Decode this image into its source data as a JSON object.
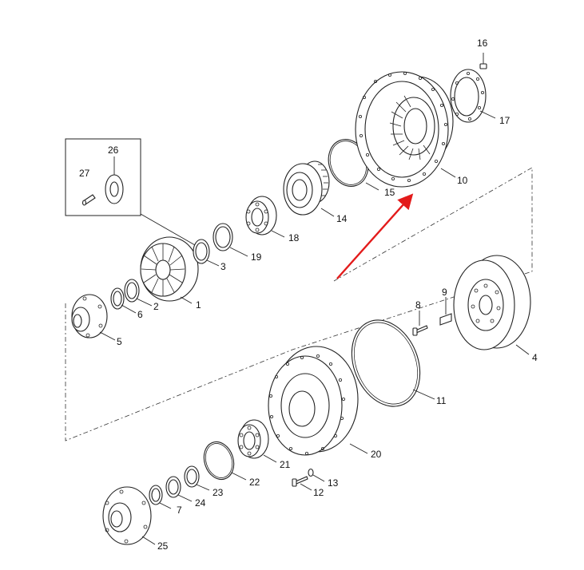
{
  "diagram": {
    "callouts": [
      "1",
      "2",
      "3",
      "4",
      "5",
      "6",
      "7",
      "8",
      "9",
      "10",
      "11",
      "12",
      "13",
      "14",
      "15",
      "16",
      "17",
      "18",
      "19",
      "20",
      "21",
      "22",
      "23",
      "24",
      "25",
      "26",
      "27"
    ],
    "highlight_arrow_color": "#e31b1b"
  }
}
